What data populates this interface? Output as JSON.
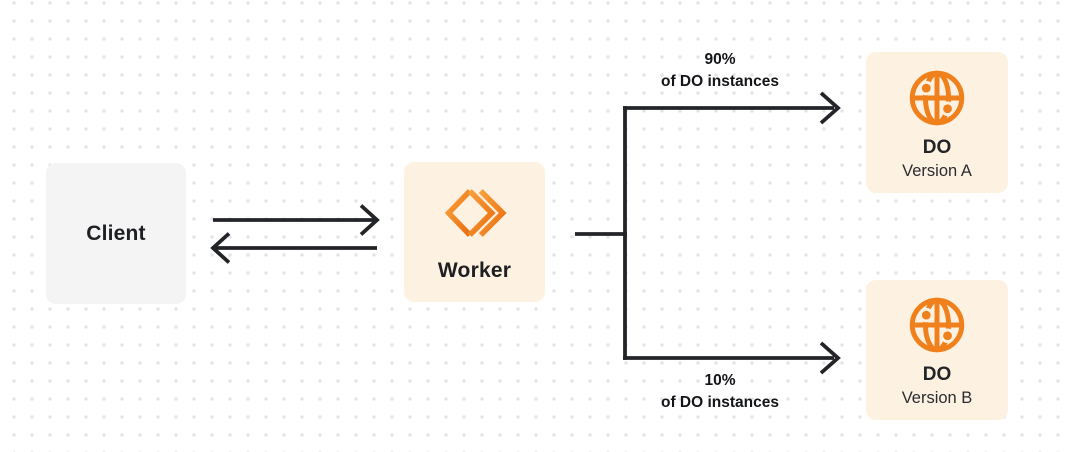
{
  "diagram": {
    "nodes": {
      "client": {
        "label": "Client",
        "fill": "#f4f4f5"
      },
      "worker": {
        "label": "Worker",
        "fill": "#fdf1e2",
        "icon": "workers-icon"
      },
      "do_version_a": {
        "title": "DO",
        "subtitle": "Version A",
        "fill": "#fdf1e2",
        "icon": "globe-icon"
      },
      "do_version_b": {
        "title": "DO",
        "subtitle": "Version B",
        "fill": "#fdf1e2",
        "icon": "globe-icon"
      }
    },
    "edges": {
      "branch_top": {
        "percent": "90%",
        "caption": "of DO instances"
      },
      "branch_bottom": {
        "percent": "10%",
        "caption": "of DO instances"
      }
    },
    "colors": {
      "background": "#ffffff",
      "dot_grid": "#e4e4e7",
      "arrow": "#232428",
      "orange": "#f6821f",
      "orange_light": "#f9a13b",
      "orange_dark": "#ea6d10",
      "text": "#1d1f23"
    }
  }
}
